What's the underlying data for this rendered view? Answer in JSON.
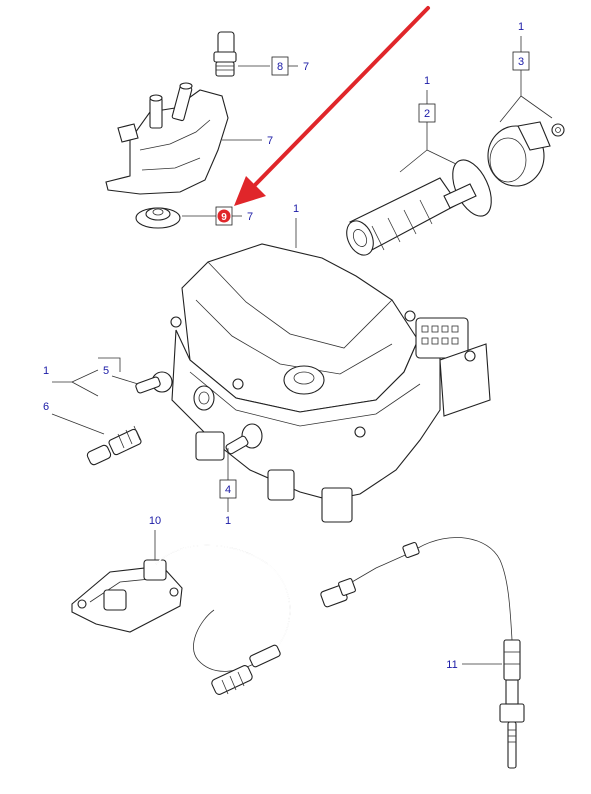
{
  "callouts": {
    "top_left_8": "8",
    "top_left_8_ref": "7",
    "top_left_7": "7",
    "highlight_9": "9",
    "highlight_9_ref": "7",
    "top_right_1a": "1",
    "top_right_2": "2",
    "top_right_3_ref": "1",
    "top_right_3": "3",
    "main_1": "1",
    "left_1": "1",
    "left_5": "5",
    "left_6": "6",
    "bottom_4": "4",
    "bottom_4_ref": "1",
    "sensor_10": "10",
    "sensor_11": "11"
  },
  "colors": {
    "callout_text": "#1a1aa6",
    "highlight_fill": "#e0262a",
    "arrow": "#e0262a",
    "line": "#222222"
  },
  "icons": {
    "arrow": "red-pointer-arrow"
  }
}
